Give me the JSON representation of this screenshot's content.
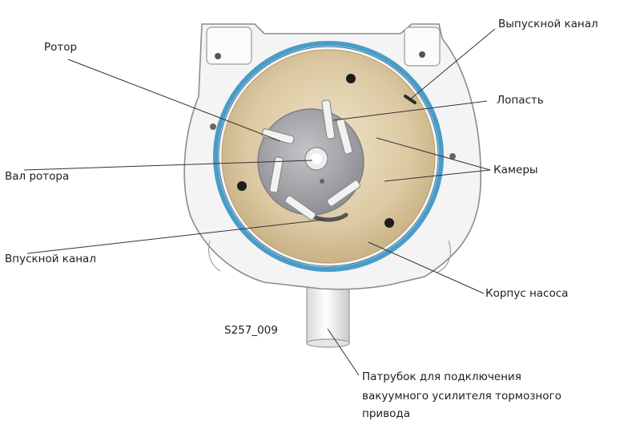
{
  "labels": {
    "outlet": "Выпускной канал",
    "rotor": "Ротор",
    "vane": "Лопасть",
    "chambers": "Камеры",
    "rotor_shaft": "Вал ротора",
    "inlet": "Впускной канал",
    "pump_housing": "Корпус насоса",
    "figure_id": "S257_009",
    "connector_l1": "Патрубок для подключения",
    "connector_l2": "вакуумного усилителя тормозного",
    "connector_l3": "привода"
  },
  "colors": {
    "housing_fill": "#f4f4f4",
    "housing_stroke": "#8c8c8c",
    "seal_blue": "#4a9cc8",
    "chamber_gold": "#dcc9a2",
    "rotor_gray": "#a8a8ad",
    "leader_line": "#333333"
  }
}
